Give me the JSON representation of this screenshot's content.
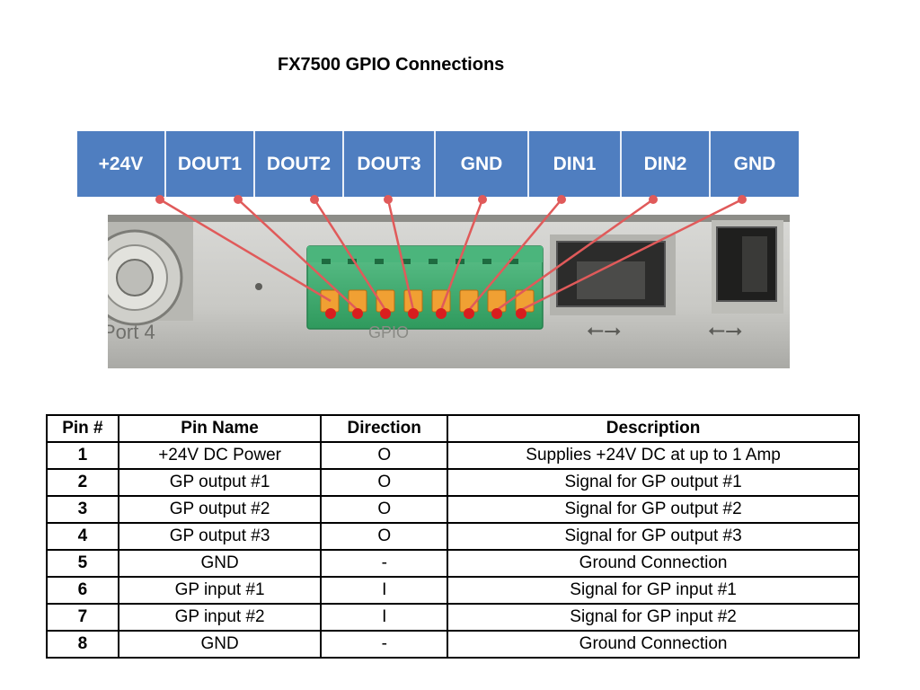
{
  "title": "FX7500 GPIO Connections",
  "pin_labels": [
    "+24V",
    "DOUT1",
    "DOUT2",
    "DOUT3",
    "GND",
    "DIN1",
    "DIN2",
    "GND"
  ],
  "photo": {
    "port_text": "Port 4",
    "gpio_text": "GPIO"
  },
  "colors": {
    "header_blue": "#4f7ec0",
    "wire_red": "#e05a5a",
    "terminal_green": "#3aa86a"
  },
  "table": {
    "headers": [
      "Pin #",
      "Pin Name",
      "Direction",
      "Description"
    ],
    "rows": [
      [
        "1",
        "+24V DC Power",
        "O",
        "Supplies +24V DC at up to 1 Amp"
      ],
      [
        "2",
        "GP output  #1",
        "O",
        "Signal for GP output #1"
      ],
      [
        "3",
        "GP output  #2",
        "O",
        "Signal for GP output #2"
      ],
      [
        "4",
        "GP output  #3",
        "O",
        "Signal for GP output #3"
      ],
      [
        "5",
        "GND",
        "-",
        "Ground Connection"
      ],
      [
        "6",
        "GP input #1",
        "I",
        "Signal for GP input #1"
      ],
      [
        "7",
        "GP input #2",
        "I",
        "Signal for GP input #2"
      ],
      [
        "8",
        "GND",
        "-",
        "Ground Connection"
      ]
    ]
  }
}
